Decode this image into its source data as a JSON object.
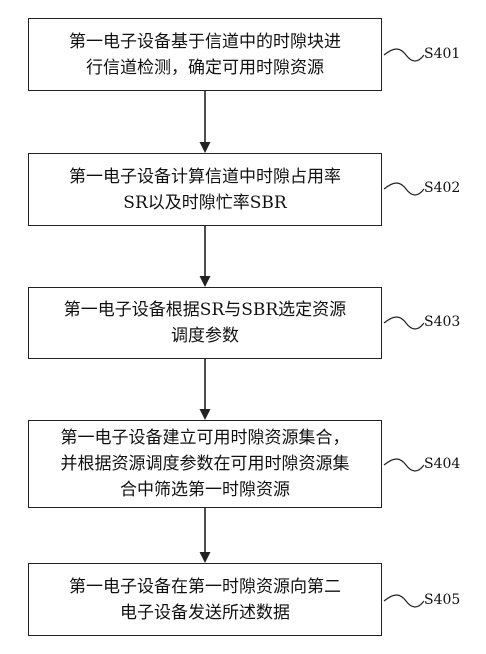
{
  "steps": [
    {
      "line1": "第一电子设备基于信道中的时隙块进",
      "line2": "行信道检测，确定可用时隙资源",
      "label": "S401"
    },
    {
      "line1": "第一电子设备计算信道中时隙占用率",
      "line2": "SR以及时隙忙率SBR",
      "label": "S402"
    },
    {
      "line1": "第一电子设备根据SR与SBR选定资源",
      "line2": "调度参数",
      "label": "S403"
    },
    {
      "line1": "第一电子设备建立可用时隙资源集合，",
      "line2": "并根据资源调度参数在可用时隙资源集",
      "line3": "合中筛选第一时隙资源",
      "label": "S404"
    },
    {
      "line1": "第一电子设备在第一时隙资源向第二",
      "line2": "电子设备发送所述数据",
      "label": "S405"
    }
  ]
}
